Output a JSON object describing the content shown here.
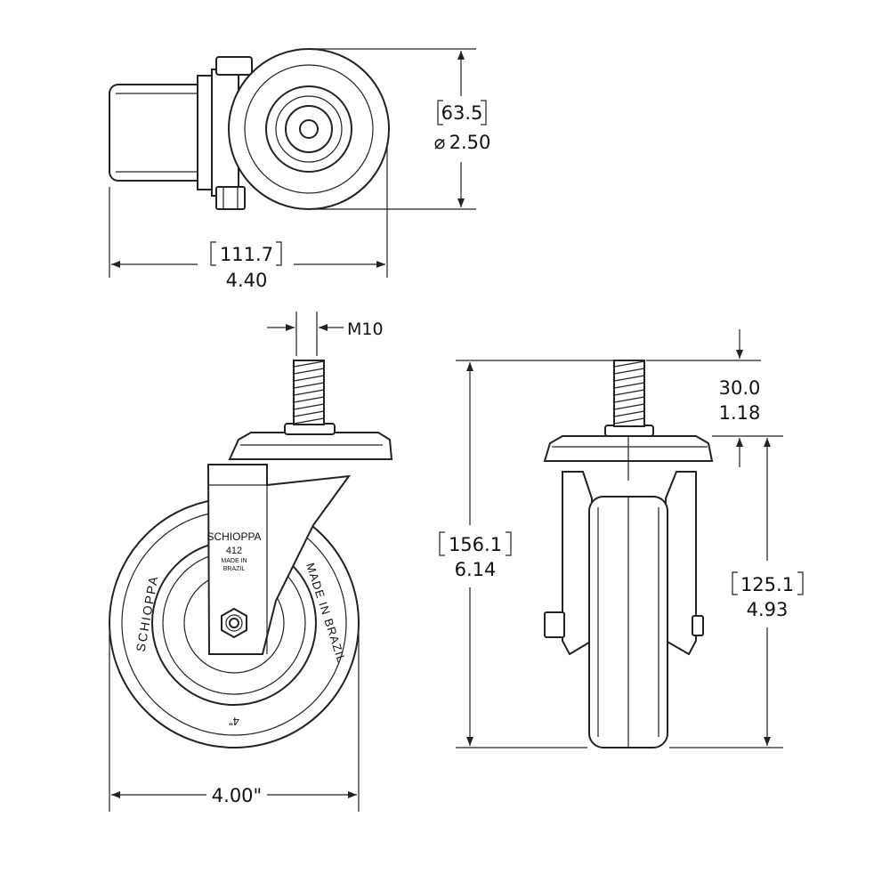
{
  "top_view": {
    "dia_mm": "63.5",
    "dia_in": "2.50",
    "diameter_symbol": "⌀",
    "length_mm": "111.7",
    "length_in": "4.40"
  },
  "front_view": {
    "thread": "M10",
    "wheel_dia": "4.00\"",
    "brand": "SCHIOPPA",
    "model": "412",
    "made_in_1": "MADE IN",
    "made_in_2": "BRAZIL",
    "wheel_brand": "SCHIOPPA",
    "wheel_made_in": "MADE IN BRAZIL",
    "hub_mark": "4\""
  },
  "side_view": {
    "stem_mm": "30.0",
    "stem_in": "1.18",
    "total_mm": "156.1",
    "total_in": "6.14",
    "mount_mm": "125.1",
    "mount_in": "4.93"
  }
}
